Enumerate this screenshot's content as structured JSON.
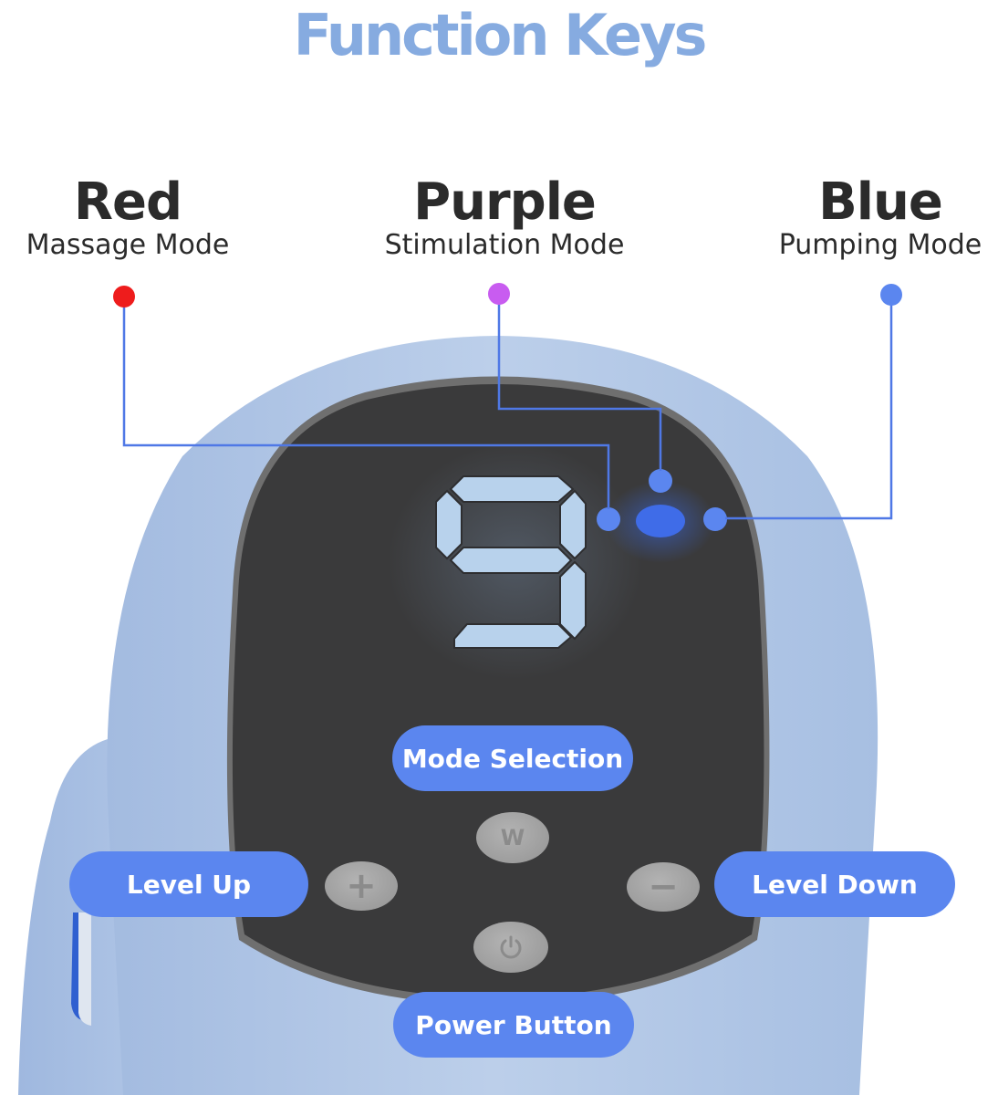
{
  "title": "Function Keys",
  "colors": {
    "title": "#86abe0",
    "accent": "#5b86ef",
    "red_dot": "#ee1c1c",
    "purple_dot": "#c85cf0",
    "blue_dot": "#5b86ef",
    "panel": "#3c3c3c",
    "body": "#aec4e4",
    "segment": "#b8d2ec"
  },
  "modes": [
    {
      "color_name": "Red",
      "label": "Massage Mode",
      "dot_icon": "red-dot-icon"
    },
    {
      "color_name": "Purple",
      "label": "Stimulation Mode",
      "dot_icon": "purple-dot-icon"
    },
    {
      "color_name": "Blue",
      "label": "Pumping Mode",
      "dot_icon": "blue-dot-icon"
    }
  ],
  "display": {
    "level": "9"
  },
  "buttons": {
    "mode_selection": {
      "label": "Mode Selection",
      "key_glyph": "W"
    },
    "level_up": {
      "label": "Level Up",
      "key_glyph": "+"
    },
    "level_down": {
      "label": "Level Down",
      "key_glyph": "−"
    },
    "power": {
      "label": "Power Button",
      "key_glyph": "power-icon"
    }
  }
}
